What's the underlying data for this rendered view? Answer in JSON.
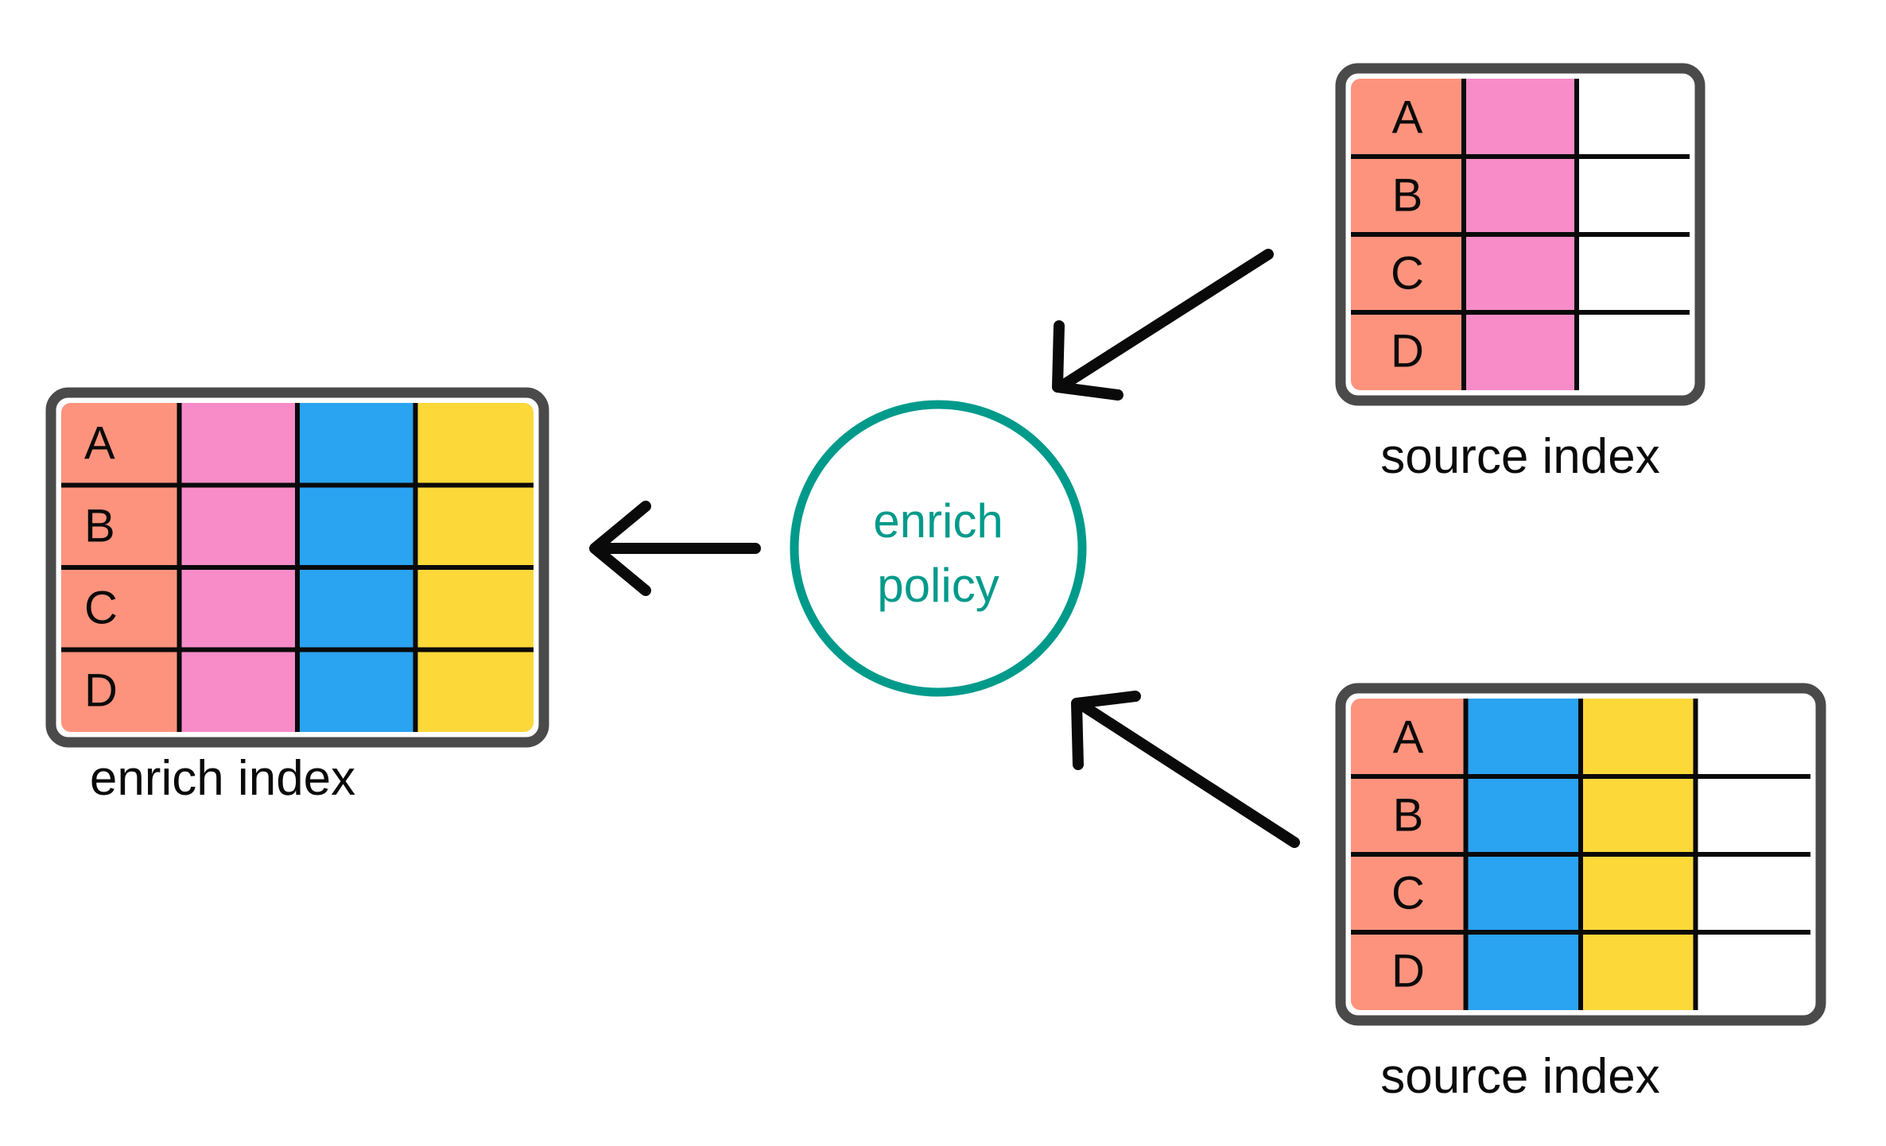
{
  "diagram": {
    "title": "enrich policy data flow",
    "background": "#ffffff",
    "palette": {
      "key_column": "#FD937D",
      "pink_column": "#F78CC8",
      "blue_column": "#2AA3F0",
      "yellow_column": "#FDD839",
      "empty_column": "#ffffff",
      "table_border": "#4a4a4a",
      "grid_line": "#0a0a0a",
      "accent_teal": "#009a8b",
      "arrow": "#0a0a0a",
      "text": "#0a0a0a"
    }
  },
  "policy_node": {
    "name": "enrich-policy",
    "line1": "enrich",
    "line2": "policy",
    "shape": "circle",
    "stroke_color": "#009a8b",
    "text_color": "#009a8b"
  },
  "tables": [
    {
      "id": "enrich-index",
      "caption": "enrich index",
      "role": "destination",
      "row_keys": [
        "A",
        "B",
        "C",
        "D"
      ],
      "columns": [
        {
          "name": "key",
          "fill": "#FD937D",
          "has_text": true
        },
        {
          "name": "pink-field",
          "fill": "#F78CC8",
          "has_text": false
        },
        {
          "name": "blue-field",
          "fill": "#2AA3F0",
          "has_text": false
        },
        {
          "name": "yellow-field",
          "fill": "#FDD839",
          "has_text": false
        }
      ]
    },
    {
      "id": "source-index-top",
      "caption": "source index",
      "role": "source",
      "row_keys": [
        "A",
        "B",
        "C",
        "D"
      ],
      "columns": [
        {
          "name": "key",
          "fill": "#FD937D",
          "has_text": true
        },
        {
          "name": "pink-field",
          "fill": "#F78CC8",
          "has_text": false
        },
        {
          "name": "empty-field",
          "fill": "#ffffff",
          "has_text": false
        }
      ]
    },
    {
      "id": "source-index-bottom",
      "caption": "source index",
      "role": "source",
      "row_keys": [
        "A",
        "B",
        "C",
        "D"
      ],
      "columns": [
        {
          "name": "key",
          "fill": "#FD937D",
          "has_text": true
        },
        {
          "name": "blue-field",
          "fill": "#2AA3F0",
          "has_text": false
        },
        {
          "name": "yellow-field",
          "fill": "#FDD839",
          "has_text": false
        },
        {
          "name": "empty-field",
          "fill": "#ffffff",
          "has_text": false
        }
      ]
    }
  ],
  "arrows": [
    {
      "name": "arrow-policy-to-enrich-index",
      "from": "enrich-policy",
      "to": "enrich-index",
      "direction": "left"
    },
    {
      "name": "arrow-source-top-to-policy",
      "from": "source-index-top",
      "to": "enrich-policy",
      "direction": "down-left"
    },
    {
      "name": "arrow-source-bottom-to-policy",
      "from": "source-index-bottom",
      "to": "enrich-policy",
      "direction": "up-left"
    }
  ],
  "cell_text": {
    "a": "A",
    "b": "B",
    "c": "C",
    "d": "D"
  }
}
